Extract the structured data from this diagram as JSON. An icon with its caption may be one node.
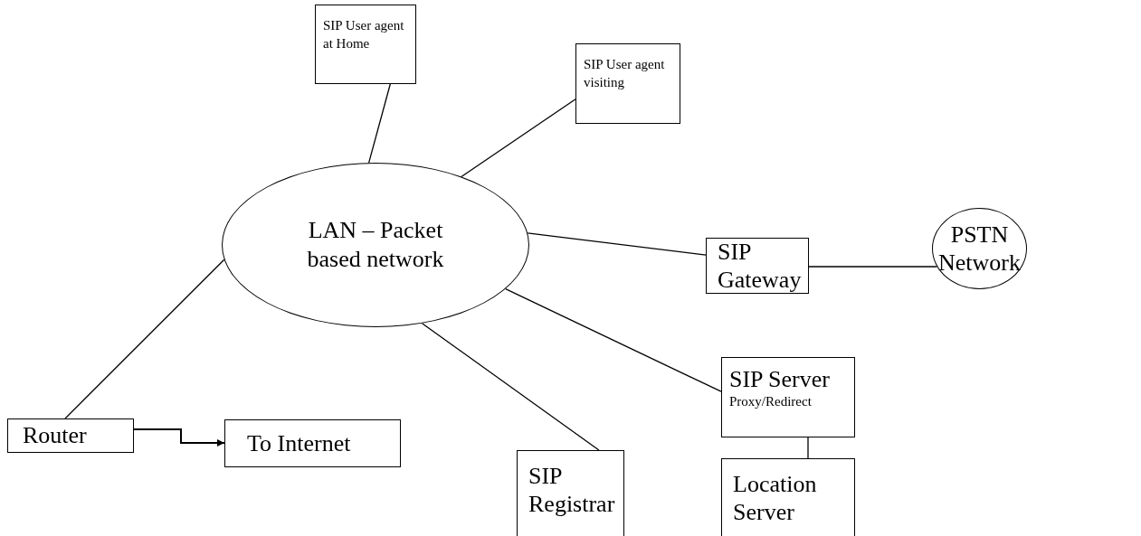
{
  "diagram": {
    "nodes": [
      {
        "text": [
          "SIP User agent at Home"
        ]
      },
      {
        "text": [
          "SIP User agent visiting"
        ]
      },
      {
        "text": [
          "LAN – Packet based network"
        ]
      },
      {
        "text": [
          "SIP Gateway"
        ]
      },
      {
        "text": [
          "PSTN Network"
        ]
      },
      {
        "text": [
          "SIP Server",
          "Proxy/Redirect"
        ]
      },
      {
        "text": [
          "Router"
        ]
      },
      {
        "text": [
          "To Internet"
        ]
      },
      {
        "text": [
          "SIP Registrar"
        ]
      },
      {
        "text": [
          "Location Server"
        ]
      }
    ],
    "edges": [
      {
        "from": 0,
        "to": 2,
        "arrow": "none"
      },
      {
        "from": 1,
        "to": 2,
        "arrow": "none"
      },
      {
        "from": 2,
        "to": 3,
        "arrow": "none"
      },
      {
        "from": 3,
        "to": 4,
        "arrow": "none"
      },
      {
        "from": 2,
        "to": 5,
        "arrow": "none"
      },
      {
        "from": 2,
        "to": 8,
        "arrow": "none"
      },
      {
        "from": 5,
        "to": 9,
        "arrow": "none"
      },
      {
        "from": 6,
        "to": 2,
        "arrow": "none"
      },
      {
        "from": 6,
        "to": 7,
        "arrow": "to"
      }
    ]
  }
}
